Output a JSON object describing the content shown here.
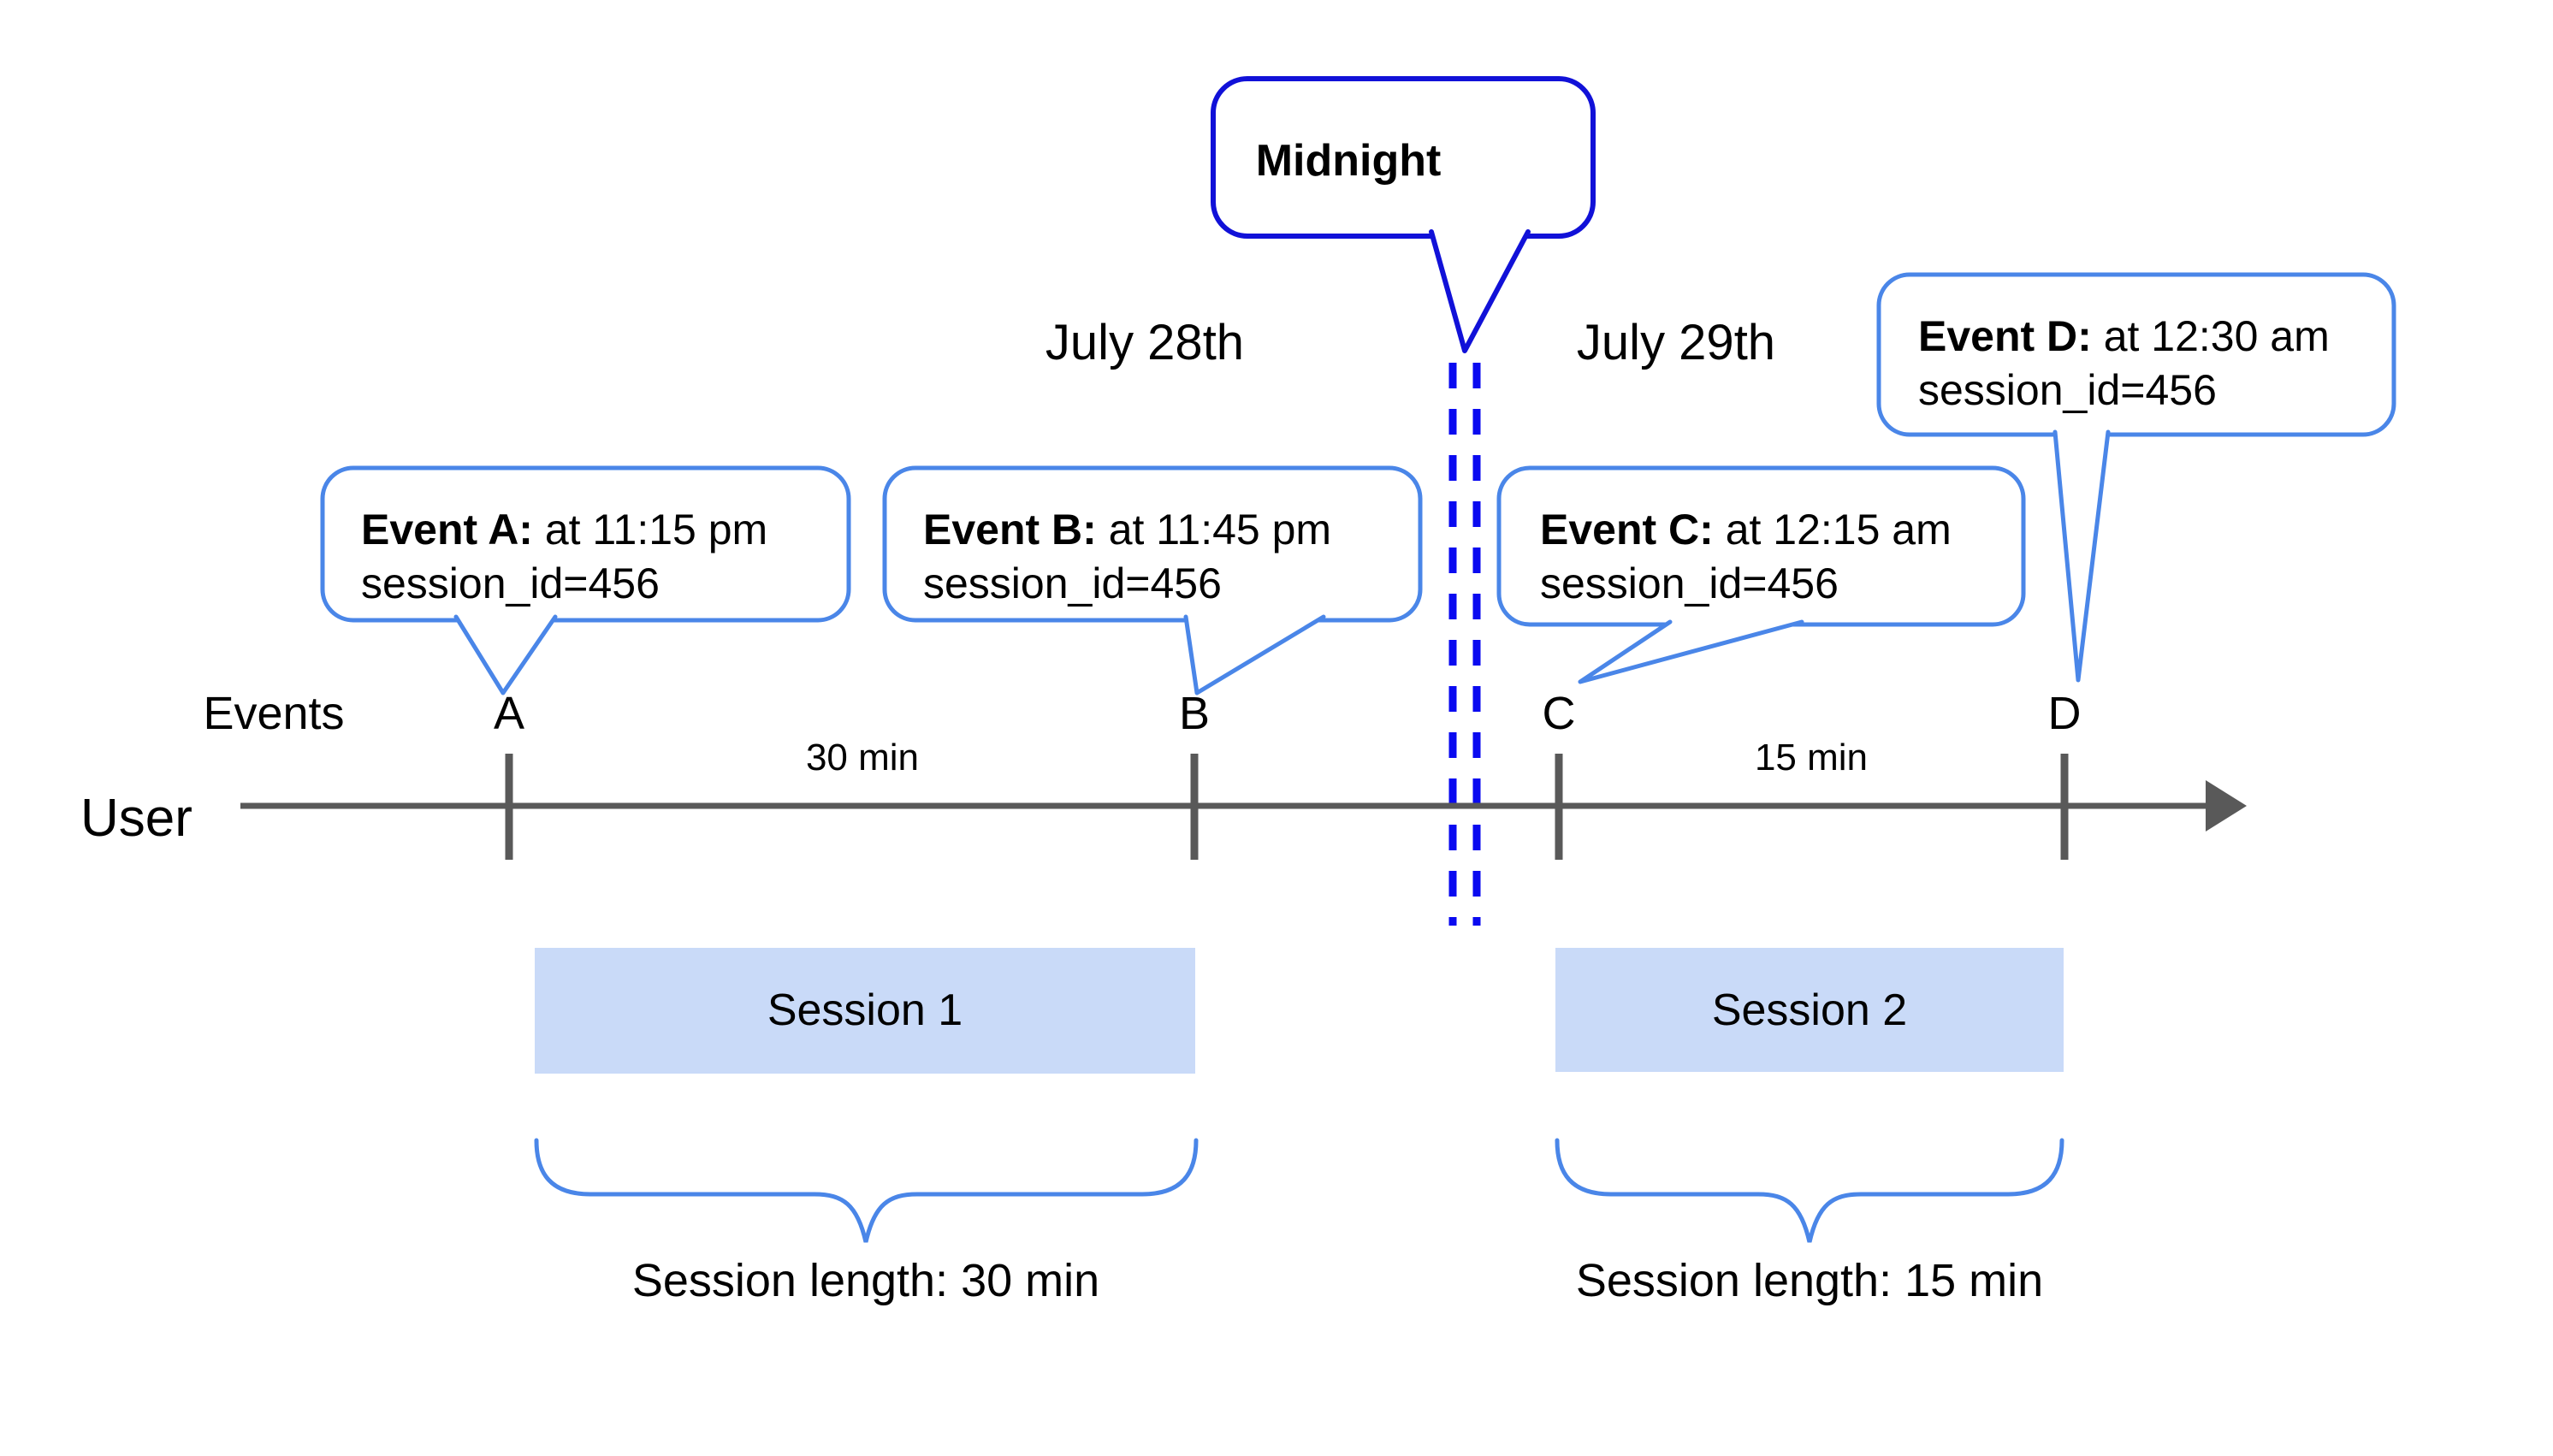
{
  "title": "User session timeline diagram",
  "colors": {
    "event_bubble_border": "#4a86e8",
    "midnight_bubble_border": "#1111d8",
    "midnight_dashed_line": "#0a0af0",
    "session_box_fill": "#c9daf8",
    "brace_blue": "#4a86e8",
    "timeline_gray": "#595959",
    "text_black": "#000000"
  },
  "dates": {
    "day_left": "July 28th",
    "day_right": "July 29th"
  },
  "midnight": {
    "label": "Midnight"
  },
  "axis": {
    "events_row_label": "Events",
    "user_label": "User",
    "interval_ab": "30 min",
    "interval_cd": "15 min"
  },
  "ticks": {
    "a": "A",
    "b": "B",
    "c": "C",
    "d": "D"
  },
  "events": [
    {
      "title": "Event A:",
      "time": " at 11:15 pm",
      "session": "session_id=456"
    },
    {
      "title": "Event B:",
      "time": " at 11:45 pm",
      "session": "session_id=456"
    },
    {
      "title": "Event C:",
      "time": " at 12:15 am",
      "session": "session_id=456"
    },
    {
      "title": "Event D:",
      "time": " at 12:30 am",
      "session": "session_id=456"
    }
  ],
  "sessions": [
    {
      "label": "Session 1",
      "length": "Session length: 30 min"
    },
    {
      "label": "Session 2",
      "length": "Session length: 15 min"
    }
  ]
}
